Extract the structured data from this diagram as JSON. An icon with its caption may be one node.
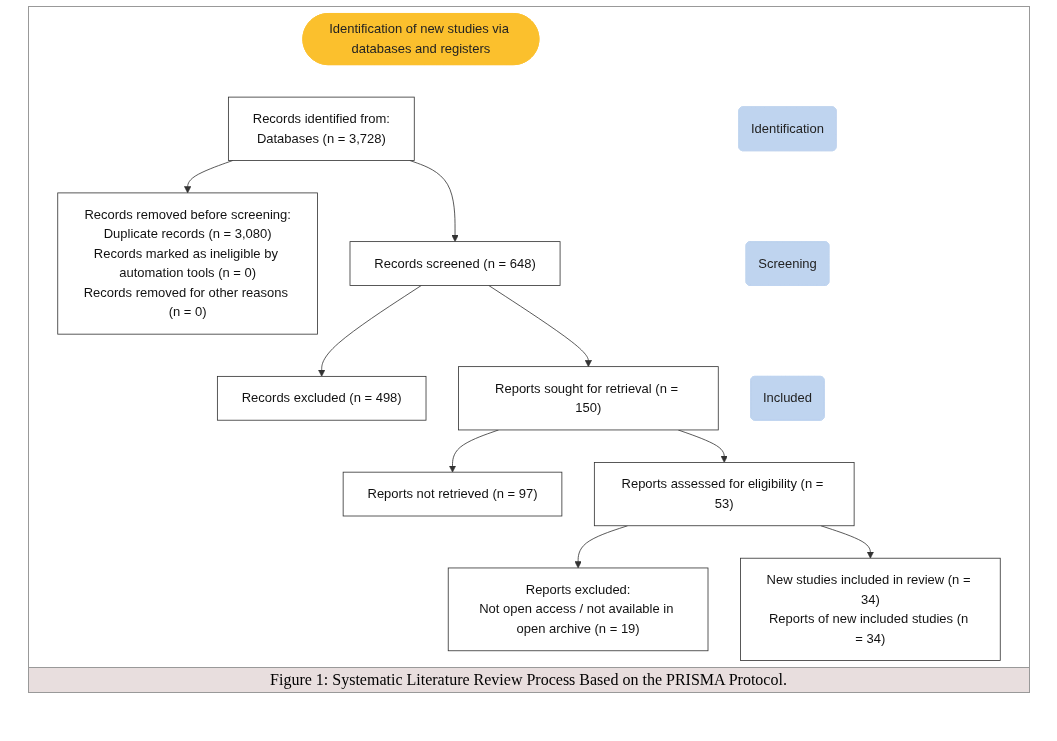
{
  "diagram": {
    "caption": "Figure 1: Systematic Literature Review Process Based on the PRISMA Protocol.",
    "nodes": [
      {
        "text": [
          "Identification of new studies via databases and registers"
        ]
      },
      {
        "text": [
          "Identification"
        ]
      },
      {
        "text": [
          "Records identified from:",
          "Databases (n = 3,728)"
        ]
      },
      {
        "text": [
          "Records removed before screening:",
          "Duplicate records (n = 3,080)",
          "Records marked as ineligible by automation tools (n = 0)",
          "Records removed for other reasons (n = 0)"
        ]
      },
      {
        "text": [
          "Screening"
        ]
      },
      {
        "text": [
          "Records screened (n = 648)"
        ]
      },
      {
        "text": [
          "Records excluded (n = 498)"
        ]
      },
      {
        "text": [
          "Reports sought for retrieval (n = 150)"
        ]
      },
      {
        "text": [
          "Reports not retrieved (n = 97)"
        ]
      },
      {
        "text": [
          "Reports assessed for eligibility (n = 53)"
        ]
      },
      {
        "text": [
          "Reports excluded:",
          "Not open access / not available in open archive (n = 19)"
        ]
      },
      {
        "text": [
          "Included"
        ]
      },
      {
        "text": [
          "New studies included in review (n = 34)",
          "Reports of new included studies (n = 34)"
        ]
      }
    ],
    "edges": [
      {
        "from": 2,
        "to": 3,
        "arrow": "to"
      },
      {
        "from": 2,
        "to": 5,
        "arrow": "to"
      },
      {
        "from": 5,
        "to": 6,
        "arrow": "to"
      },
      {
        "from": 5,
        "to": 7,
        "arrow": "to"
      },
      {
        "from": 7,
        "to": 8,
        "arrow": "to"
      },
      {
        "from": 7,
        "to": 9,
        "arrow": "to"
      },
      {
        "from": 9,
        "to": 10,
        "arrow": "to"
      },
      {
        "from": 9,
        "to": 12,
        "arrow": "to"
      }
    ]
  }
}
